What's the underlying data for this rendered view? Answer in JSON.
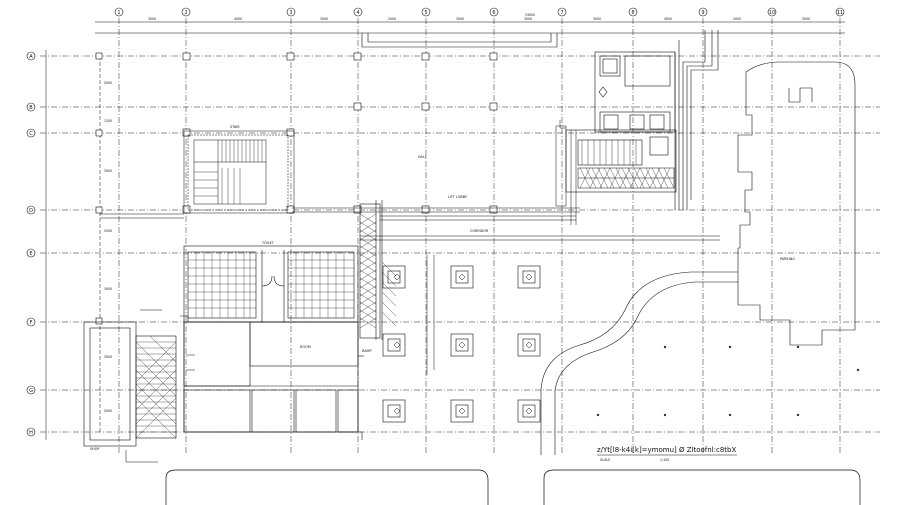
{
  "drawing": {
    "title": "z/Yt[l8-k4i[k]=ymomu] Ø Zltoofnl:c8tbX",
    "scale_left": "SCALE",
    "scale_right": "1:100"
  },
  "grid_columns": [
    {
      "label": "1"
    },
    {
      "label": "2"
    },
    {
      "label": "3"
    },
    {
      "label": "4"
    },
    {
      "label": "5"
    },
    {
      "label": "6"
    },
    {
      "label": "7"
    },
    {
      "label": "8"
    },
    {
      "label": "9"
    },
    {
      "label": "10"
    },
    {
      "label": "11"
    }
  ],
  "grid_rows": [
    {
      "label": "A"
    },
    {
      "label": "B"
    },
    {
      "label": "C"
    },
    {
      "label": "D"
    },
    {
      "label": "E"
    },
    {
      "label": "F"
    },
    {
      "label": "G"
    },
    {
      "label": "H"
    }
  ],
  "top_dimensions": [
    "3000",
    "4000",
    "3000",
    "2000",
    "3000",
    "3000",
    "3000",
    "4000",
    "2000",
    "3000"
  ],
  "top_overall": "33000",
  "left_dimensions": [
    "2000",
    "1200",
    "3000",
    "2000",
    "3000",
    "3000",
    "2000"
  ],
  "labels": {
    "lift_lobby": "LIFT LOBBY",
    "hall": "HALL",
    "corridor": "CORRIDOR",
    "toilet": "TOILET",
    "stair": "STAIR",
    "shop": "SHOP",
    "room": "ROOM",
    "ramp": "RAMP",
    "parking": "PARKING"
  },
  "colors": {
    "line": "#111111",
    "grid": "#222222",
    "background": "#ffffff"
  }
}
